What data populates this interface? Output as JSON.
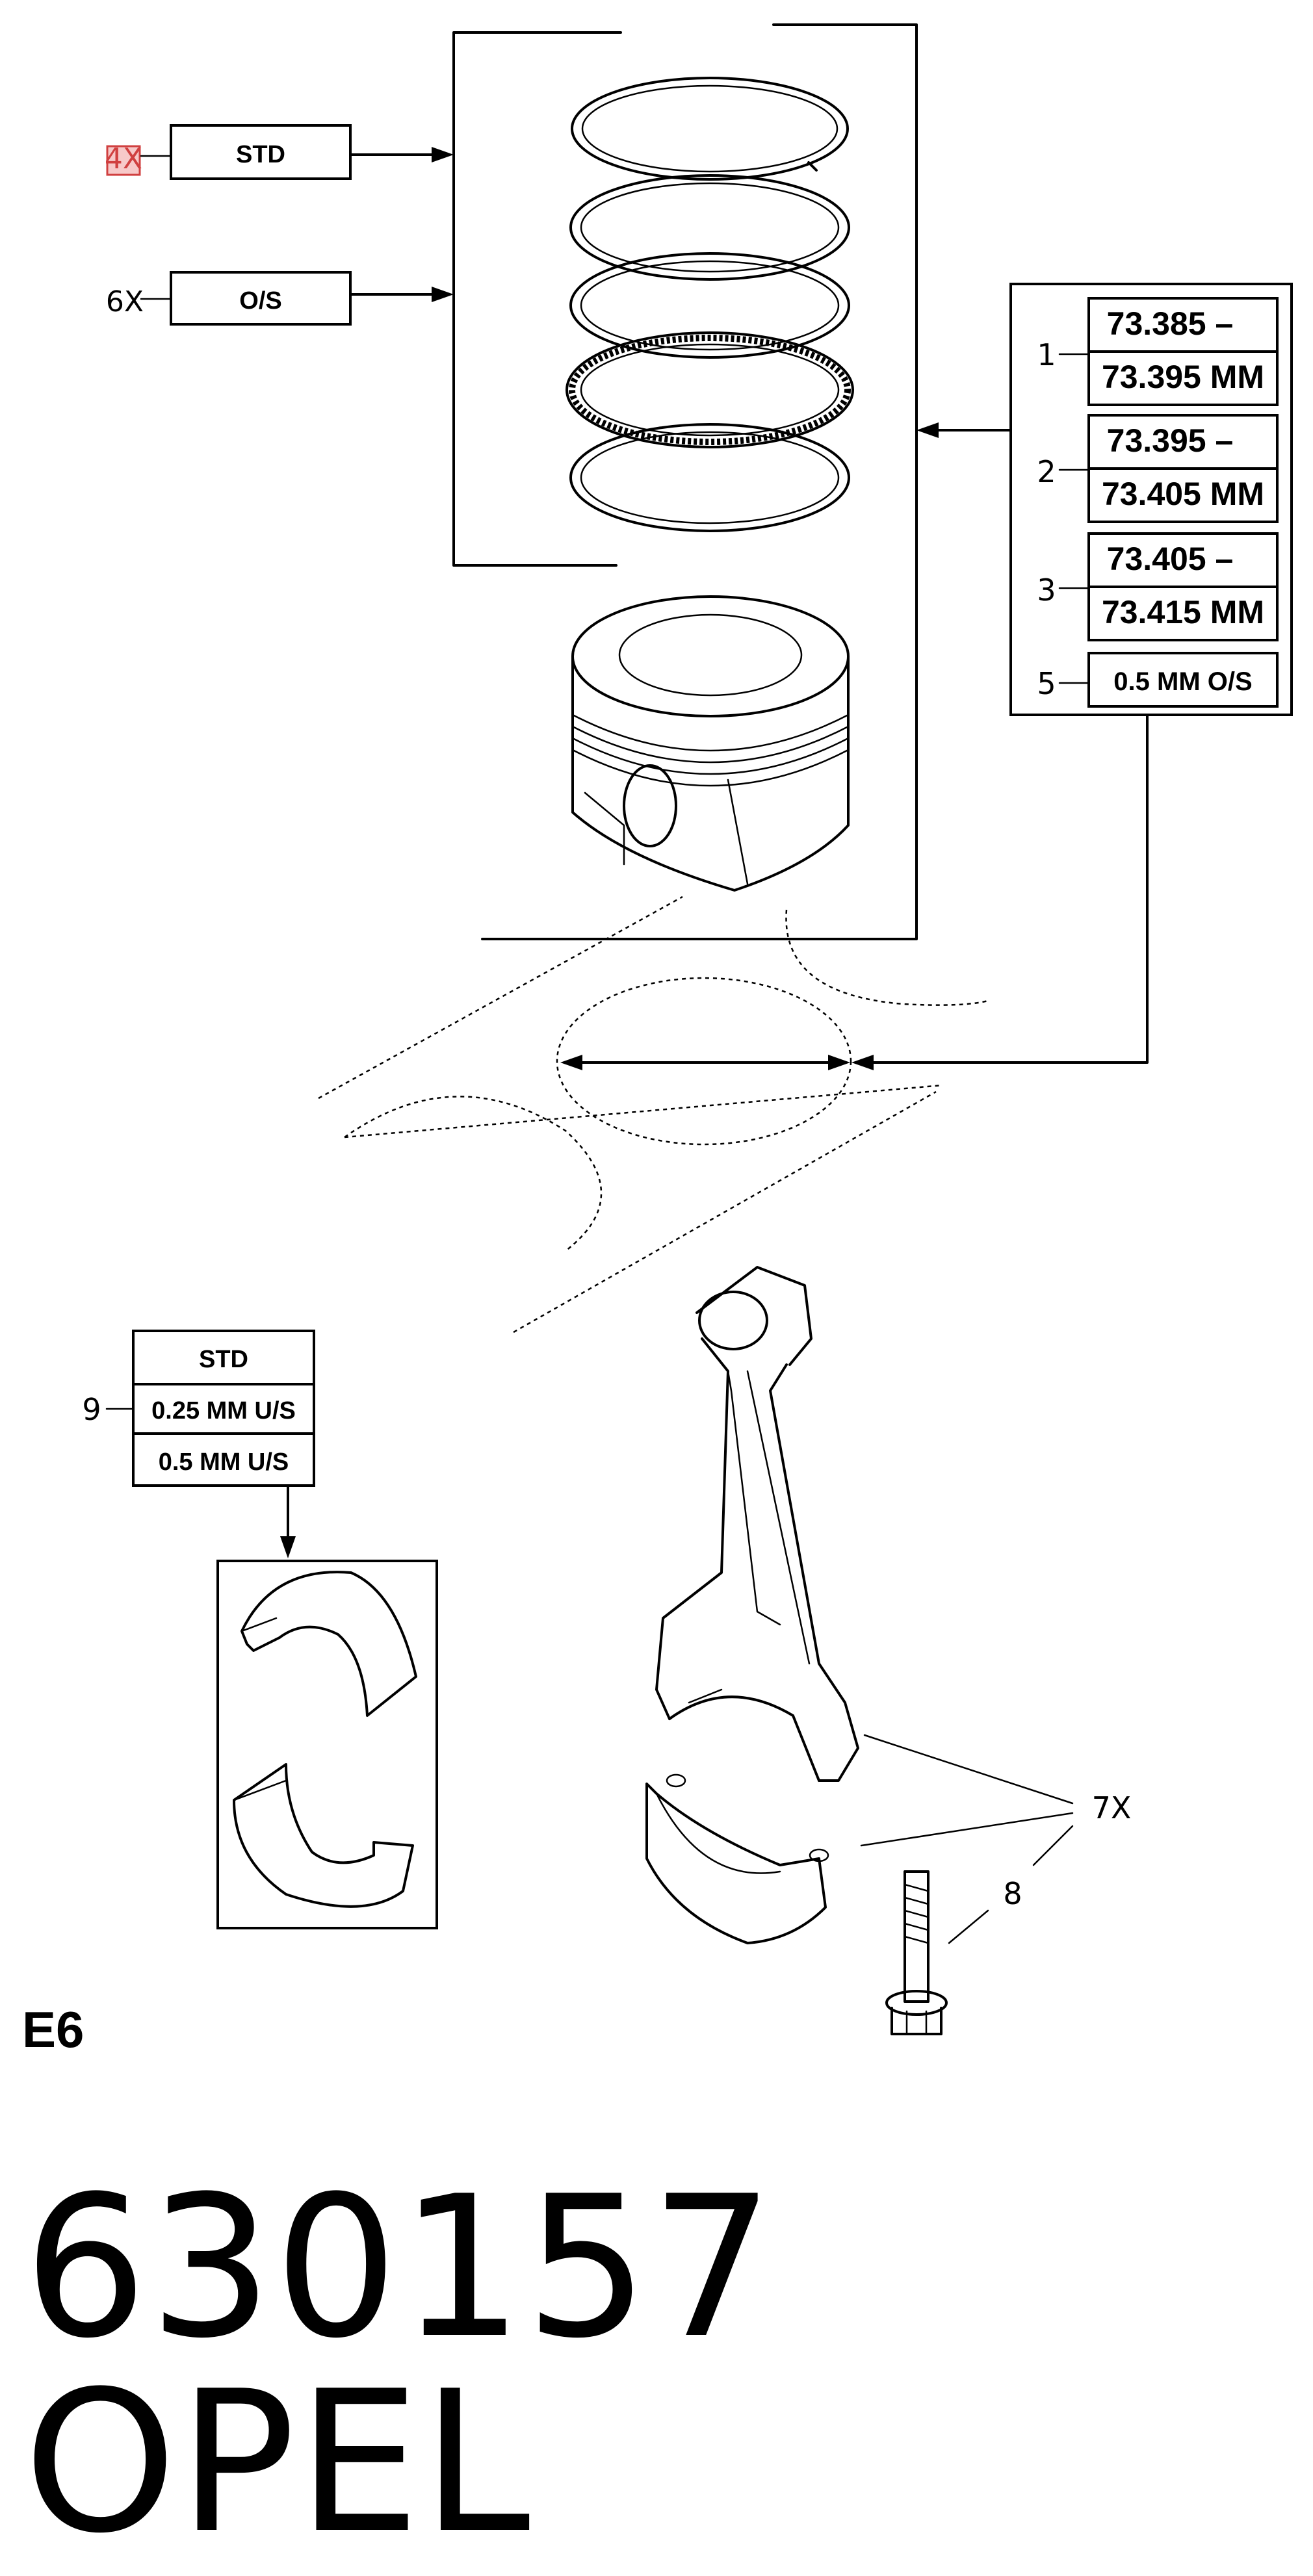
{
  "rings_section": {
    "std_label": "STD",
    "std_qty": "4X",
    "os_label": "O/S",
    "os_qty": "6X"
  },
  "bore_sizes": [
    {
      "callout": "1",
      "line1": "73.385 –",
      "line2": "73.395 MM"
    },
    {
      "callout": "2",
      "line1": "73.395 –",
      "line2": "73.405 MM"
    },
    {
      "callout": "3",
      "line1": "73.405 –",
      "line2": "73.415 MM"
    },
    {
      "callout": "5",
      "line1": "0.5 MM O/S"
    }
  ],
  "bearing_sizes": {
    "callout": "9",
    "options": [
      "STD",
      "0.25 MM U/S",
      "0.5 MM U/S"
    ]
  },
  "rod_callout": "7X",
  "bolt_callout": "8",
  "section_code": "E6",
  "part_number": "630157",
  "brand": "OPEL",
  "colors": {
    "highlight_fill": "#f7c9c9",
    "highlight_stroke": "#d04040"
  }
}
